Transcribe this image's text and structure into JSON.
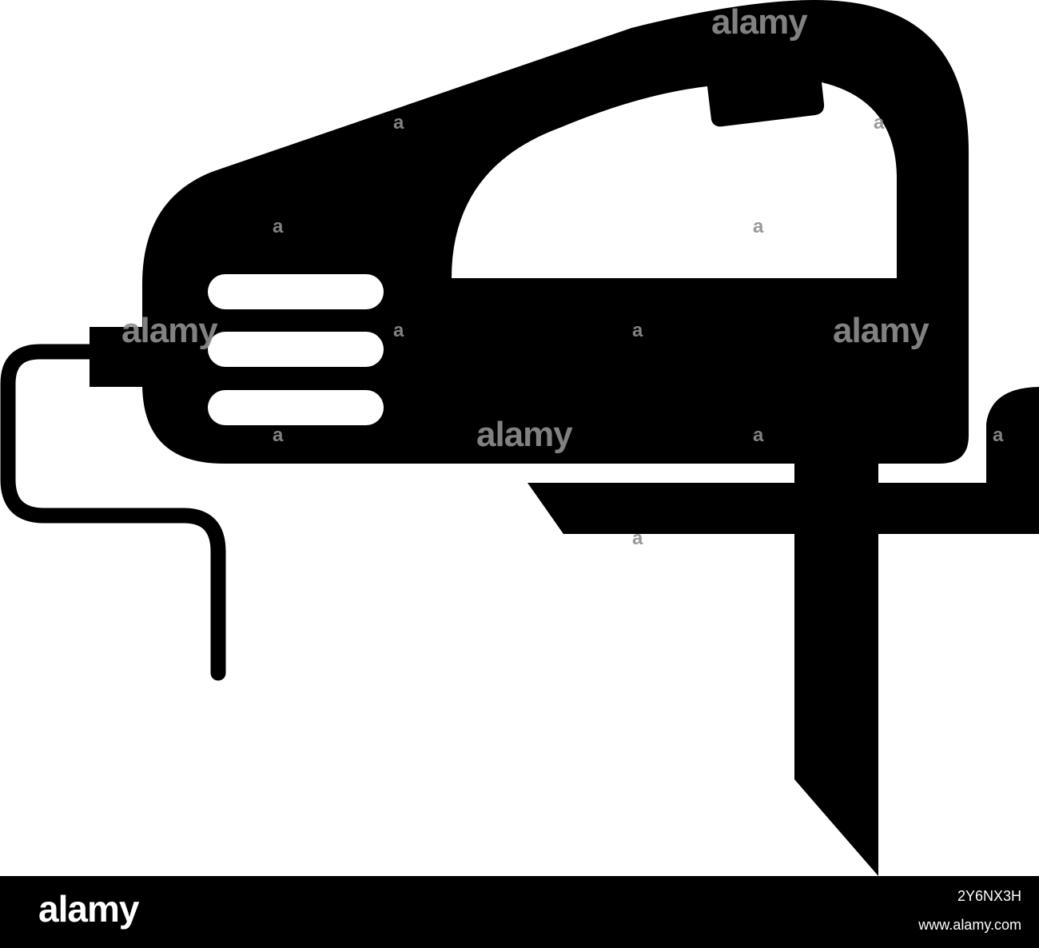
{
  "watermark": {
    "text": "alamy",
    "small_text": "a"
  },
  "footer": {
    "logo": "alamy",
    "image_id": "2Y6NX3H",
    "url": "www.alamy.com"
  },
  "colors": {
    "icon": "#000000",
    "background": "#ffffff",
    "footer_bg": "#000000",
    "footer_text": "#ffffff",
    "watermark": "#8f8f8f"
  },
  "icon": "jigsaw-icon"
}
